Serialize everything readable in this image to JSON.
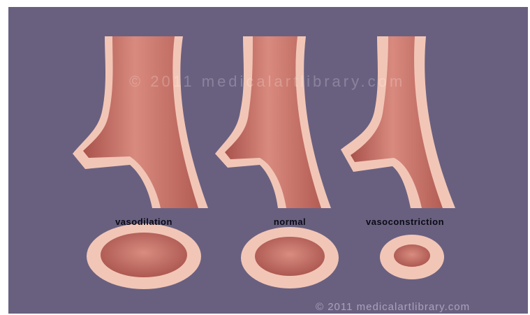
{
  "labels": {
    "vasodilation": "vasodilation",
    "normal": "normal",
    "vasoconstriction": "vasoconstriction"
  },
  "watermark": {
    "center": "© 2011 medicalartlibrary.com",
    "corner": "© 2011 medicalartlibrary.com"
  },
  "colors": {
    "background": "#696080",
    "vessel_wall": "#f2c6b6",
    "vessel_lumen": "#c86f65",
    "label_text": "#0b0b14"
  }
}
